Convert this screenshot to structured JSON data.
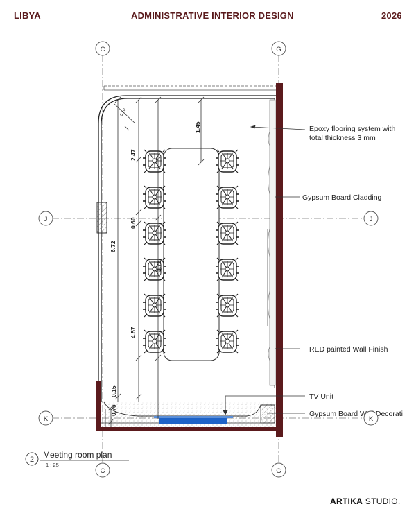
{
  "header": {
    "left": "LIBYA",
    "center": "ADMINISTRATIVE INTERIOR DESIGN",
    "right": "2026"
  },
  "grid": {
    "c_top": "C",
    "g_top": "G",
    "j_left": "J",
    "j_right": "J",
    "k_left": "K",
    "k_right": "K",
    "c_bottom": "C",
    "g_bottom": "G"
  },
  "annotations": {
    "epoxy_line1": "Epoxy flooring system with",
    "epoxy_line2": "total thickness 3 mm",
    "gypsum_cladding": "Gypsum Board Cladding",
    "red_wall": "RED painted Wall Finish",
    "tv_unit": "TV Unit",
    "gypsum_decoration": "Gypsum Board Wall Decorati"
  },
  "dimensions": {
    "d145": "1.45",
    "d247": "2.47",
    "d060": "0.60",
    "d672": "6.72",
    "d372": "3.72",
    "d457": "4.57",
    "d015": "0.15",
    "d076": "0.76",
    "d010": "0.10"
  },
  "title_block": {
    "number": "2",
    "title": "Meeting room plan",
    "scale": "1 : 25"
  },
  "brand": {
    "name_bold": "ARTIKA",
    "name_regular": " STUDIO."
  },
  "colors": {
    "header_text": "#5a1a1c",
    "wall_fill": "#5b1a1d",
    "tv_blue": "#1e63c8",
    "line": "#333333"
  }
}
